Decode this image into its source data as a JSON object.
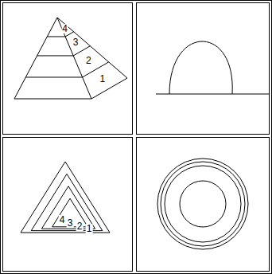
{
  "diagram": {
    "labels": [
      "4",
      "3",
      "2",
      "1",
      "4",
      "3",
      "2",
      "1"
    ]
  }
}
